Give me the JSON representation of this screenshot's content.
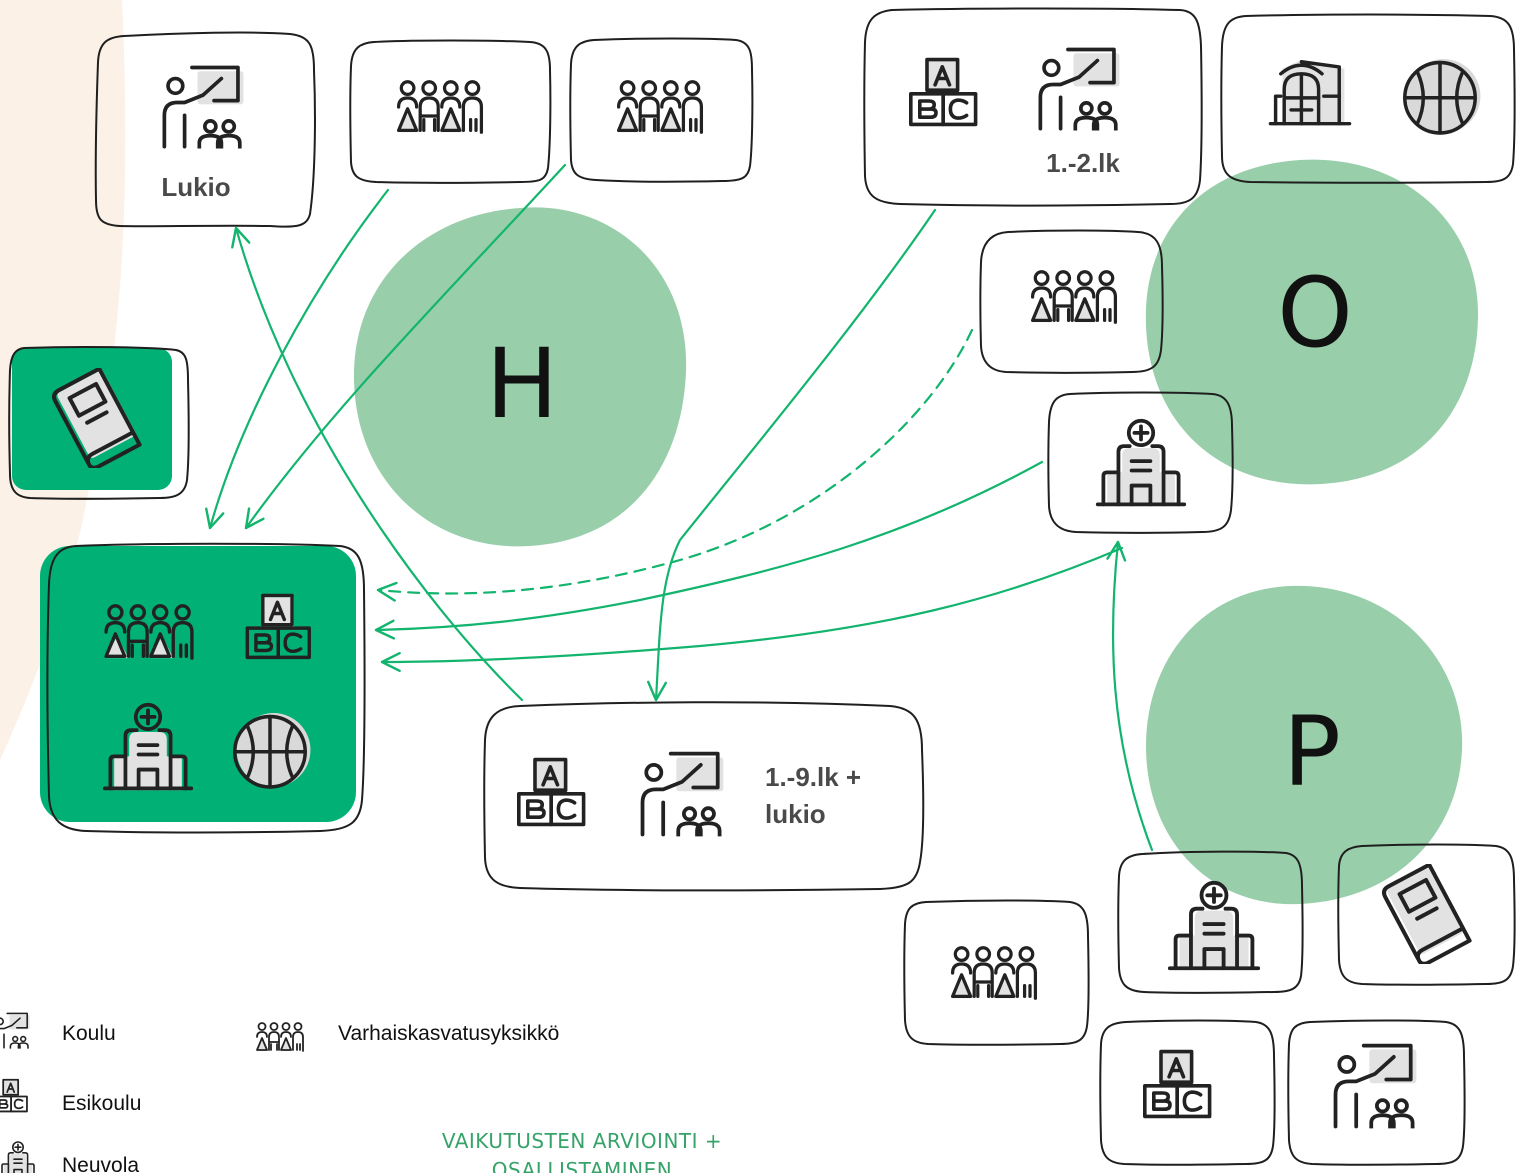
{
  "colors": {
    "accent_green": "#00b074",
    "blob_green": "#98cfaa",
    "beige": "#fbf1e6",
    "footer_text": "#37a36a"
  },
  "areas": {
    "h": "H",
    "o": "O",
    "p": "P"
  },
  "labels": {
    "lukio": "Lukio",
    "grade_1_2": "1.-2.lk",
    "grade_1_9_line1": "1.-9.lk +",
    "grade_1_9_line2": "lukio"
  },
  "legend": {
    "koulu": "Koulu",
    "esikoulu": "Esikoulu",
    "neuvola": "Neuvola",
    "varhaiskasvatus": "Varhaiskasvatusyksikkö"
  },
  "footer": {
    "line1": "VAIKUTUSTEN ARVIOINTI +",
    "line2": "OSALLISTAMINEN"
  },
  "icons": [
    "teacher-icon",
    "children-group-icon",
    "abc-blocks-icon",
    "clinic-icon",
    "sports-hall-icon",
    "basketball-icon",
    "book-icon"
  ]
}
